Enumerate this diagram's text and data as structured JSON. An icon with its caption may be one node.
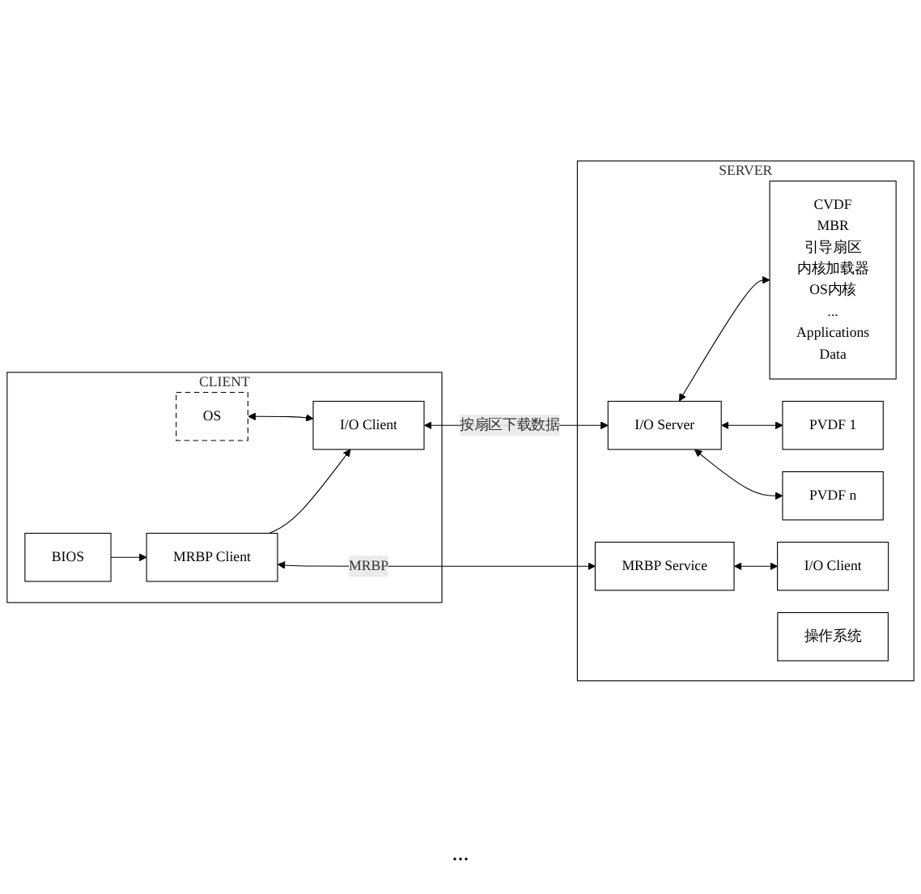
{
  "diagram": {
    "nodes": [
      {
        "text": [
          "CLIENT"
        ]
      },
      {
        "text": [
          "OS"
        ],
        "in": 0
      },
      {
        "text": [
          "I/O Client"
        ],
        "in": 0
      },
      {
        "text": [
          "MRBP Client"
        ],
        "in": 0
      },
      {
        "text": [
          "BIOS"
        ],
        "in": 0
      },
      {
        "text": [
          "SERVER"
        ]
      },
      {
        "text": [
          "CVDF",
          "MBR",
          "引导扇区",
          "内核加载器",
          "OS内核",
          "...",
          "Applications",
          "Data"
        ],
        "in": 5
      },
      {
        "text": [
          "I/O Server"
        ],
        "in": 5
      },
      {
        "text": [
          "PVDF 1"
        ],
        "in": 5
      },
      {
        "text": [
          "PVDF n"
        ],
        "in": 5
      },
      {
        "text": [
          "MRBP Service"
        ],
        "in": 5
      },
      {
        "text": [
          "I/O Client"
        ],
        "in": 5
      },
      {
        "text": [
          "操作系统"
        ],
        "in": 5
      }
    ],
    "edges": [
      {
        "from": 1,
        "to": 2,
        "arrow": "both"
      },
      {
        "from": 3,
        "to": 2,
        "arrow": "to"
      },
      {
        "from": 4,
        "to": 3,
        "arrow": "to"
      },
      {
        "from": 2,
        "to": 7,
        "arrow": "both",
        "label": "按扇区下载数据"
      },
      {
        "from": 3,
        "to": 10,
        "arrow": "both",
        "label": "MRBP"
      },
      {
        "from": 7,
        "to": 6,
        "arrow": "both"
      },
      {
        "from": 7,
        "to": 8,
        "arrow": "both"
      },
      {
        "from": 7,
        "to": 9,
        "arrow": "both"
      },
      {
        "from": 10,
        "to": 11,
        "arrow": "both"
      }
    ],
    "labels": [
      "..."
    ]
  }
}
